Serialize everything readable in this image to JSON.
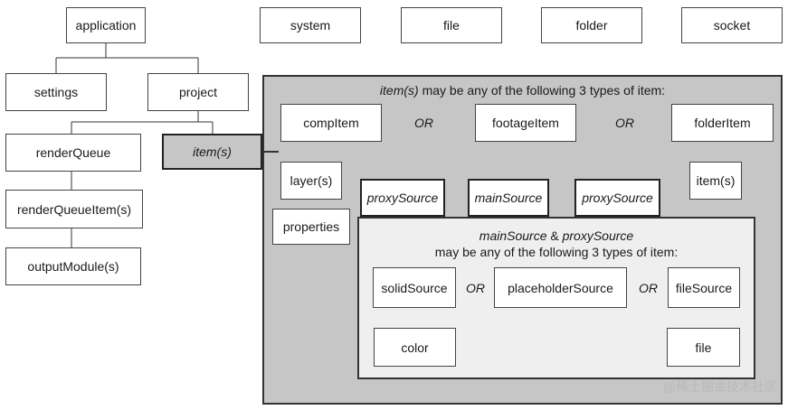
{
  "top_row": {
    "application": "application",
    "system": "system",
    "file": "file",
    "folder": "folder",
    "socket": "socket"
  },
  "left_tree": {
    "settings": "settings",
    "project": "project",
    "render_queue": "renderQueue",
    "items": "item(s)",
    "render_queue_item": "renderQueueItem(s)",
    "output_module": "outputModule(s)"
  },
  "item_panel": {
    "heading_italic": "item(s)",
    "heading_rest": " may be any of the following 3 types of item:",
    "comp_item": "compItem",
    "footage_item": "footageItem",
    "folder_item": "folderItem",
    "or_label": "OR",
    "layers": "layer(s)",
    "properties": "properties",
    "proxy_source": "proxySource",
    "main_source": "mainSource",
    "folder_items": "item(s)"
  },
  "source_panel": {
    "heading_main": "mainSource",
    "heading_amp": " & ",
    "heading_proxy": "proxySource",
    "heading_line2": "may be any of the following 3 types of item:",
    "solid_source": "solidSource",
    "placeholder_source": "placeholderSource",
    "file_source": "fileSource",
    "or_label": "OR",
    "color": "color",
    "file": "file"
  },
  "watermark": "@稀土掘金技术社区"
}
